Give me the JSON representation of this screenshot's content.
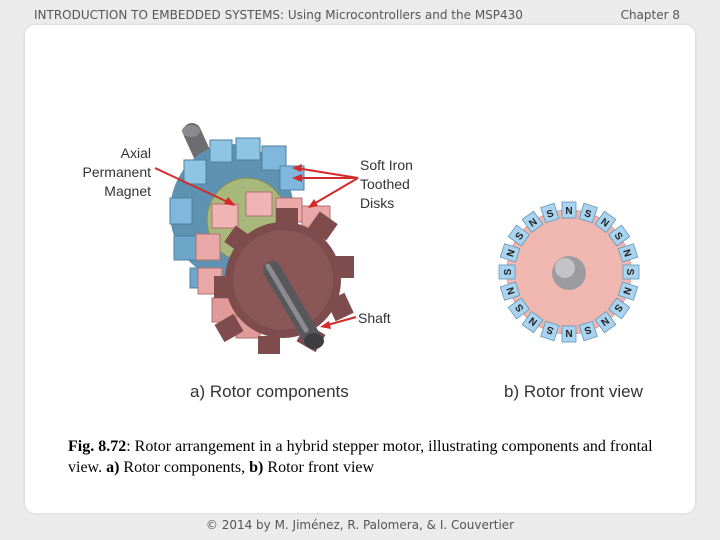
{
  "header": {
    "title": "INTRODUCTION TO EMBEDDED SYSTEMS: Using Microcontrollers and the MSP430",
    "chapter": "Chapter 8"
  },
  "figure": {
    "labels": {
      "magnet_line1": "Axial",
      "magnet_line2": "Permanent",
      "magnet_line3": "Magnet",
      "disks_line1": "Soft Iron",
      "disks_line2": "Toothed",
      "disks_line3": "Disks",
      "shaft": "Shaft",
      "sub_a": "a) Rotor components",
      "sub_b": "b) Rotor front view"
    },
    "pole_letters": [
      "N",
      "S",
      "N",
      "S",
      "N",
      "S",
      "N",
      "S",
      "N",
      "S",
      "N",
      "S",
      "N",
      "S",
      "N",
      "S",
      "N",
      "S",
      "N",
      "S"
    ]
  },
  "caption": {
    "fig_id": "Fig. 8.72",
    "lead": ": Rotor arrangement in a hybrid stepper motor, illustrating components and frontal view.  ",
    "a_key": "a)",
    "a_text": " Rotor components, ",
    "b_key": "b)",
    "b_text": " Rotor front view"
  },
  "footer": {
    "text": "© 2014 by M. Jiménez, R. Palomera, & I. Couvertier"
  },
  "colors": {
    "blue_disk": "#7fb8dc",
    "pink_disk": "#e8a8a8",
    "maroon_face": "#7e4c4c",
    "magnet": "#a8b87a",
    "shaft": "#6d6d70",
    "front_disk": "#f0b6b0",
    "badge_blue": "#a9d3ee",
    "arrow_red": "#d42a2a"
  }
}
